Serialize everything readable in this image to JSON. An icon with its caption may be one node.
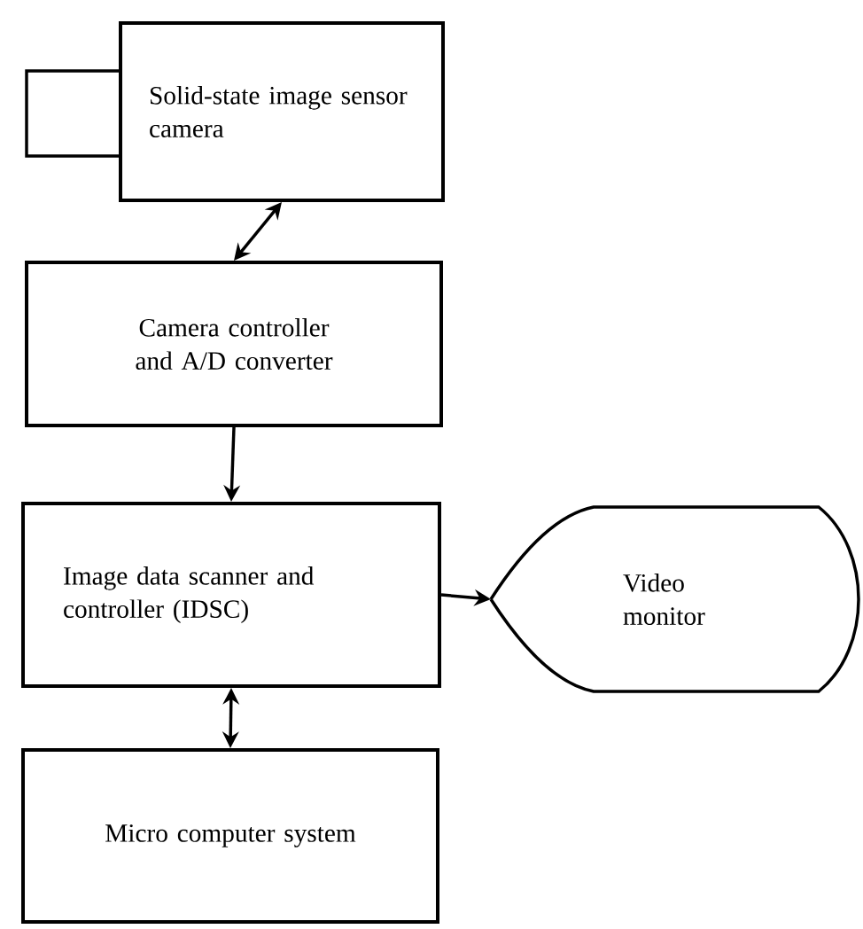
{
  "diagram": {
    "nodes": [
      {
        "text": [
          "Solid-state image sensor camera"
        ]
      },
      {
        "text": [
          "Camera controller and A/D converter"
        ]
      },
      {
        "text": [
          "Image data scanner and controller (IDSC)"
        ]
      },
      {
        "text": [
          "Micro computer system"
        ]
      },
      {
        "text": [
          "Video monitor"
        ]
      }
    ],
    "edges": [
      {
        "from": 0,
        "to": 1,
        "arrow": "both"
      },
      {
        "from": 1,
        "to": 2,
        "arrow": "to"
      },
      {
        "from": 2,
        "to": 3,
        "arrow": "both"
      },
      {
        "from": 2,
        "to": 4,
        "arrow": "to"
      }
    ]
  }
}
